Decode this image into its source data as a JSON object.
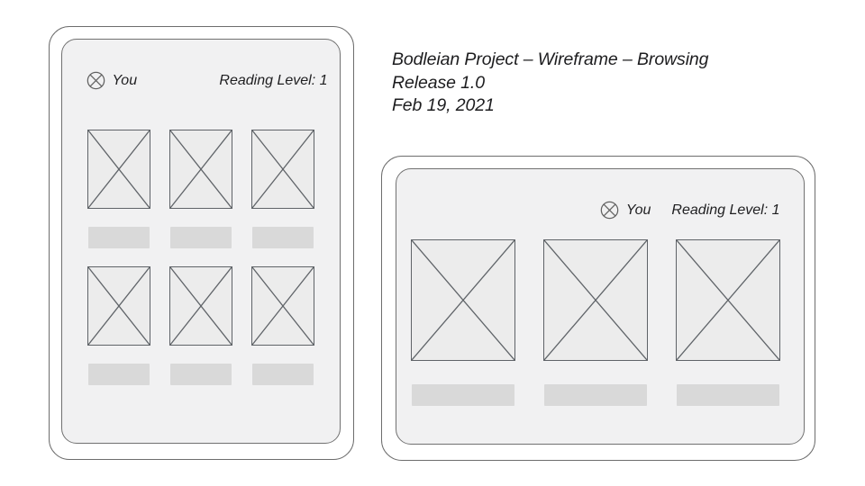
{
  "annotation": {
    "line1": "Bodleian Project – Wireframe – Browsing",
    "line2": "Release 1.0",
    "line3": "Feb 19, 2021"
  },
  "portrait_device": {
    "header": {
      "user_label": "You",
      "reading_level_label": "Reading Level: 1"
    },
    "grid": {
      "rows": 2,
      "columns": 3,
      "thumbnails": 6,
      "caption_bars": 6
    }
  },
  "landscape_device": {
    "header": {
      "user_label": "You",
      "reading_level_label": "Reading Level: 1"
    },
    "grid": {
      "rows": 1,
      "columns": 3,
      "thumbnails": 3,
      "caption_bars": 3
    }
  },
  "icons": {
    "user_icon": "circle-with-x",
    "thumbnail_icon": "crossed-box-image-placeholder"
  },
  "colors": {
    "page_background": "#ffffff",
    "screen_background": "#f1f1f2",
    "frame_border": "#6d6d6d",
    "placeholder_fill": "#ececec",
    "placeholder_stroke": "#5f6368",
    "caption_bar": "#d9d9d9",
    "text": "#1d1d1f"
  }
}
